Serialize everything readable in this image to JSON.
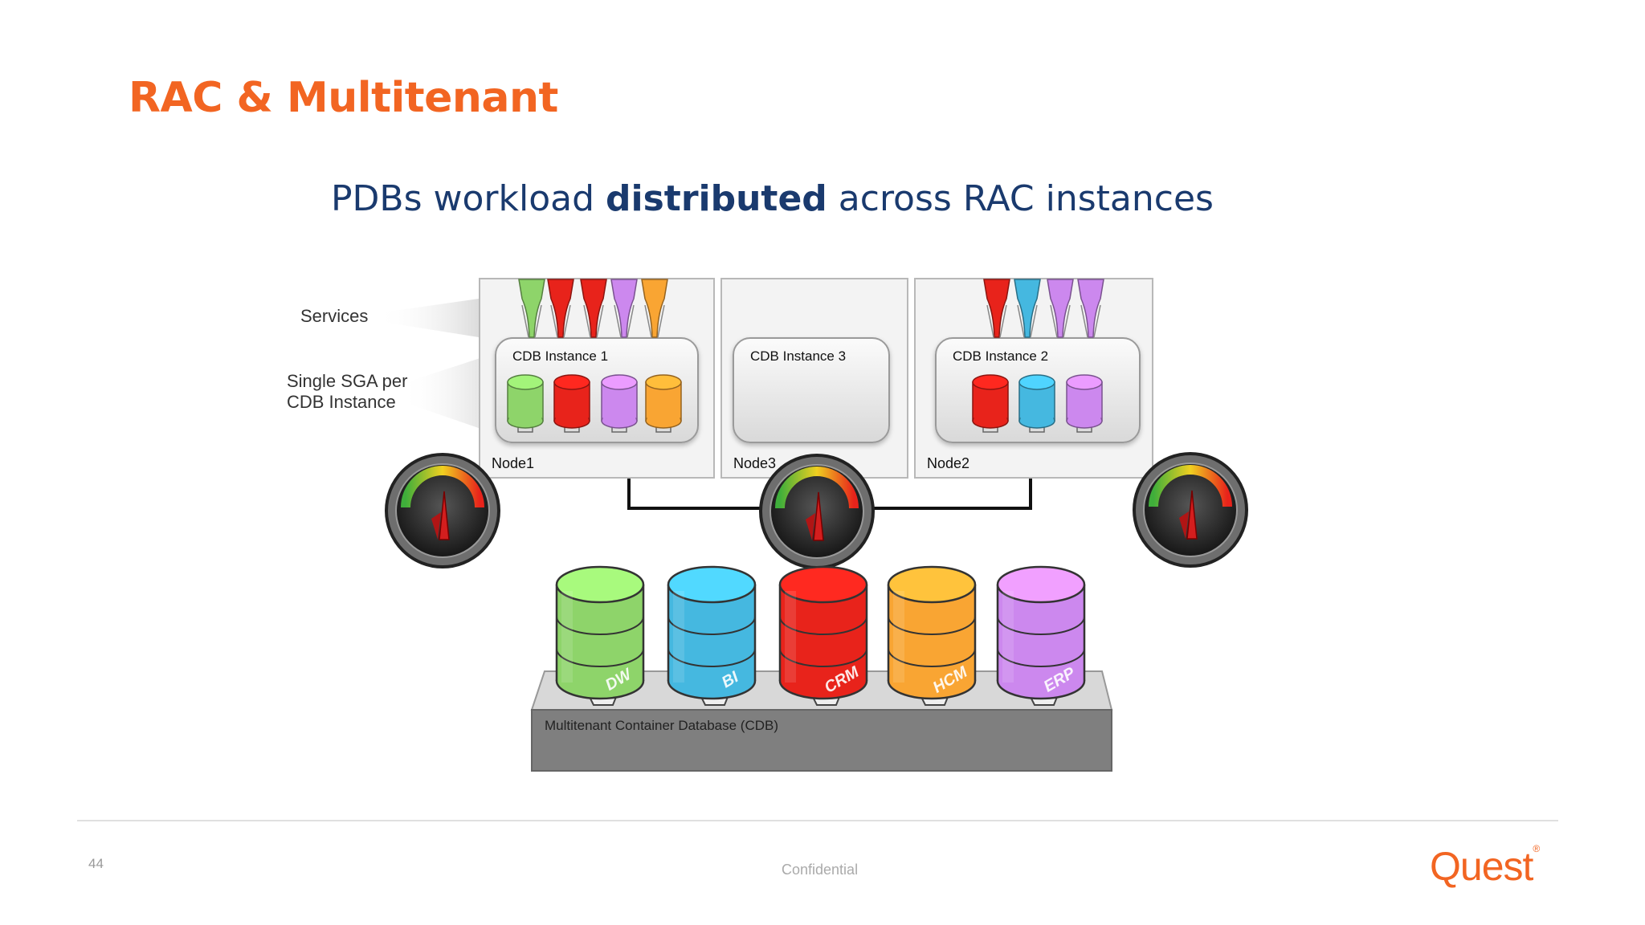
{
  "slide": {
    "title": "RAC & Multitenant",
    "subtitle_pre": "PDBs workload ",
    "subtitle_bold": "distributed",
    "subtitle_post": " across RAC instances",
    "page_number": "44",
    "footer": "Confidential",
    "logo": "Quest",
    "logo_mark": "®"
  },
  "labels": {
    "services": "Services",
    "sga_line1": "Single SGA per",
    "sga_line2": "CDB Instance"
  },
  "nodes": [
    {
      "name": "Node1",
      "instance": "CDB Instance 1"
    },
    {
      "name": "Node3",
      "instance": "CDB Instance 3"
    },
    {
      "name": "Node2",
      "instance": "CDB Instance 2"
    }
  ],
  "cdb": {
    "label": "Multitenant Container Database (CDB)",
    "pdbs": [
      "DW",
      "BI",
      "CRM",
      "HCM",
      "ERP"
    ]
  },
  "colors": {
    "accent": "#f26522",
    "subtitle": "#1a3a6e",
    "green": "#8ed46a",
    "blue": "#45b8e0",
    "red": "#e8231b",
    "orange": "#f9a533",
    "purple": "#cc88ee"
  }
}
